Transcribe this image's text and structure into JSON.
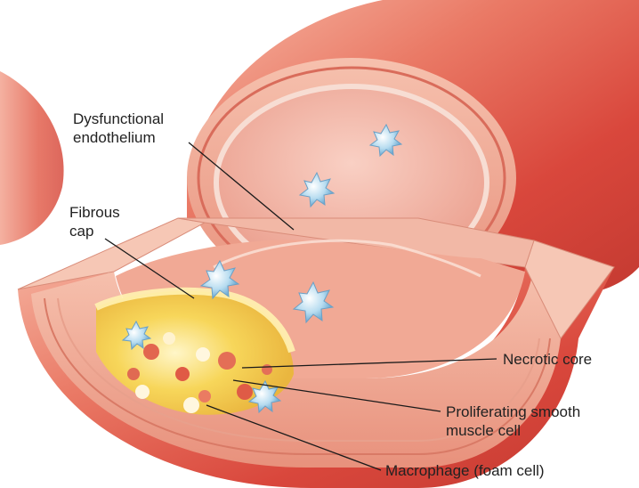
{
  "colors": {
    "vessel_outer": "#e35a4e",
    "vessel_highlight": "#f7b7a6",
    "vessel_wall": "#eea58e",
    "lumen": "#f3b2a3",
    "intima": "#f7cfc2",
    "plaque_core": "#f4d24a",
    "fibrous_cap": "#f6e7a0",
    "macrophage": "#a8d4ec",
    "leader_line": "#1a1a1a"
  },
  "labels": {
    "endothelium": [
      "Dysfunctional",
      "endothelium"
    ],
    "fibrous_cap": [
      "Fibrous",
      "cap"
    ],
    "necrotic_core": [
      "Necrotic core"
    ],
    "smooth_muscle": [
      "Proliferating smooth",
      "muscle cell"
    ],
    "macrophage": [
      "Macrophage (foam cell)"
    ]
  }
}
